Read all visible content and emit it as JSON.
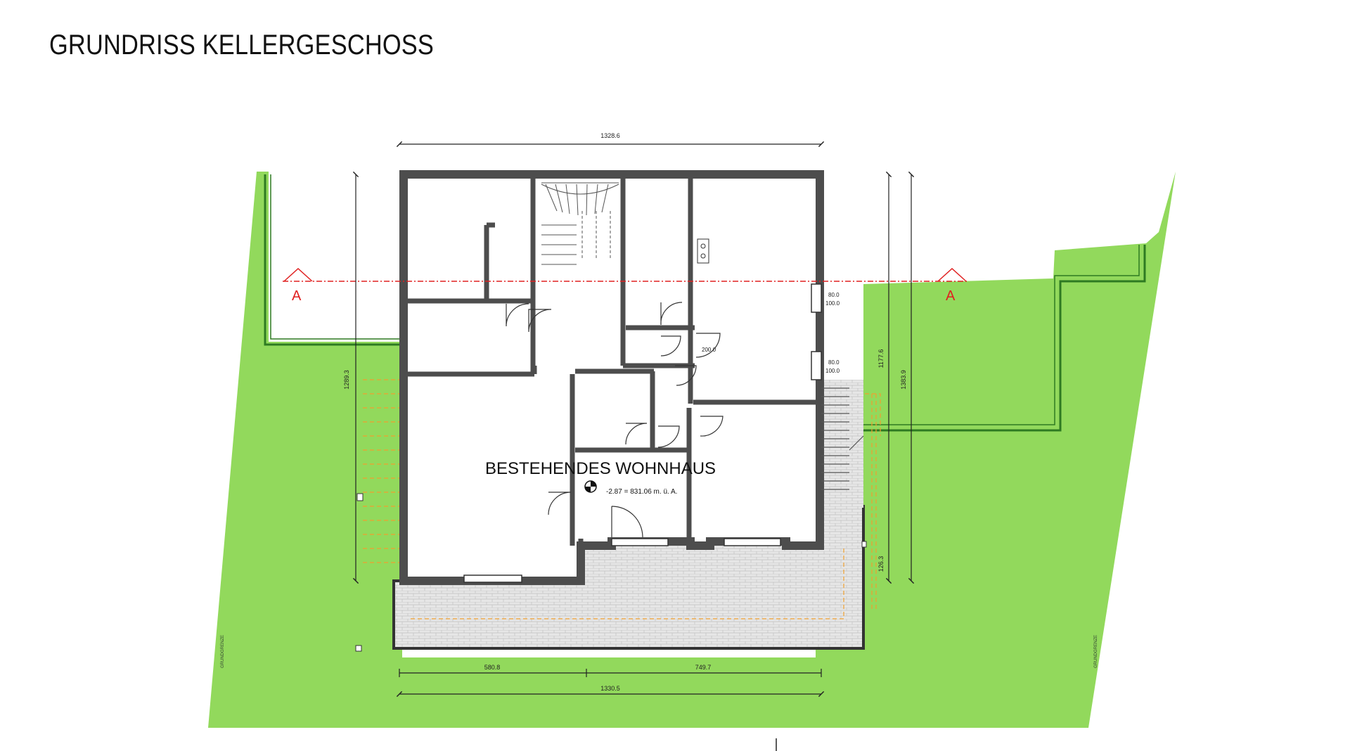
{
  "title": "GRUNDRISS KELLERGESCHOSS",
  "house_label": "BESTEHENDES WOHNHAUS",
  "level_label": "-2.87 = 831.06 m. ü. A.",
  "section_marker": "A",
  "dimensions": {
    "top_width": "1328.6",
    "bottom_left": "580.8",
    "bottom_right": "749.7",
    "bottom_total": "1330.5",
    "left_height": "1289.3",
    "right_inner": "1177.6",
    "right_outer": "1383.9",
    "right_small": "126.3"
  },
  "window_labels": [
    {
      "line1": "80.0",
      "line2": "100.0"
    },
    {
      "line1": "80.0",
      "line2": "100.0"
    }
  ],
  "door_labels": [
    "200.0"
  ],
  "boundary_labels": {
    "left": "GRUNDGRENZE",
    "right": "GRUNDGRENZE"
  },
  "colors": {
    "lawn": "#92d95c",
    "lawn_border": "#3f8f2a",
    "wall": "#4d4d4d",
    "section_line": "#e02020",
    "terrace_fill": "#e6e6e6",
    "orange_dashed": "#f0a030"
  }
}
